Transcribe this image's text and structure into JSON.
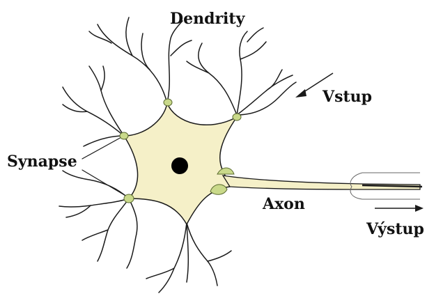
{
  "labels": {
    "dendrites": "Dendrity",
    "input": "Vstup",
    "synapse": "Synapse",
    "axon": "Axon",
    "output": "Výstup"
  },
  "colors": {
    "soma_fill": "#f5f0c8",
    "synapse_fill": "#c9d98a",
    "nucleus": "#000000",
    "stroke": "#1a1a1a"
  }
}
